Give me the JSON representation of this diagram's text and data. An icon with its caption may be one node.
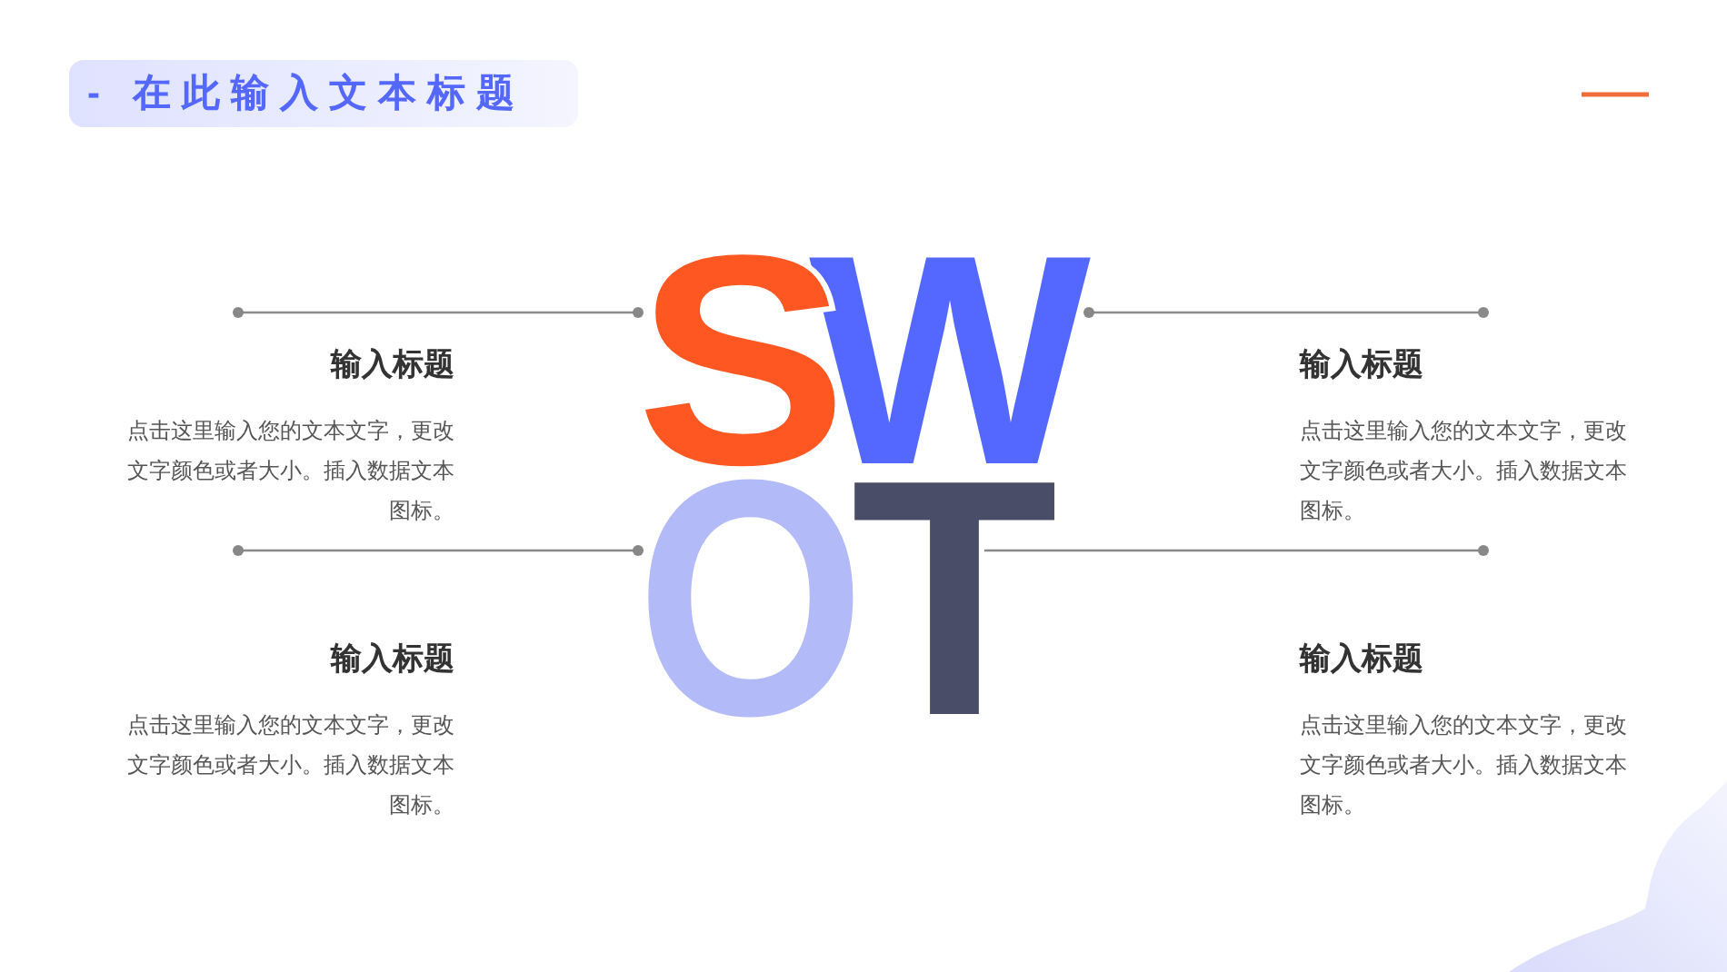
{
  "diagram": {
    "title": "- 在此输入文本标题",
    "nodes": [
      {
        "text": [
          "S"
        ]
      },
      {
        "text": [
          "W"
        ]
      },
      {
        "text": [
          "O"
        ]
      },
      {
        "text": [
          "T"
        ]
      },
      {
        "text": [
          "输入标题",
          "点击这里输入您的文本文字，更改文字颜色或者大小。插入数据文本图标。"
        ]
      },
      {
        "text": [
          "输入标题",
          "点击这里输入您的文本文字，更改文字颜色或者大小。插入数据文本图标。"
        ]
      }
    ],
    "edges": [
      {
        "from": 4,
        "to": 0,
        "arrow": "other"
      },
      {
        "from": 1,
        "to": 5,
        "arrow": "other"
      },
      {
        "from": 4,
        "to": 2,
        "arrow": "other"
      },
      {
        "from": 3,
        "to": 5,
        "arrow": "other"
      }
    ],
    "labels": [
      "输入标题",
      "点击这里输入您的文本文字，更改文字颜色或者大小。插入数据文本图标。",
      "输入标题",
      "点击这里输入您的文本文字，更改文字颜色或者大小。插入数据文本图标。"
    ]
  }
}
